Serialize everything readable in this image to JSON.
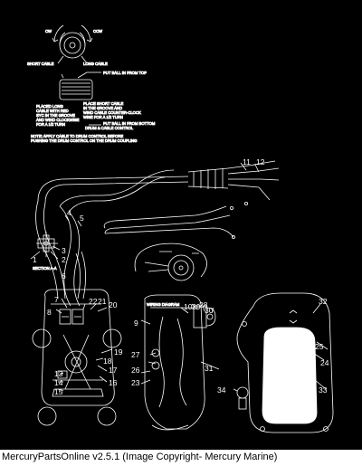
{
  "colors": {
    "background": "#000000",
    "line": "#ffffff",
    "caption_bg": "#ffffff",
    "caption_text": "#000000"
  },
  "caption": "MercuryPartsOnline v2.5.1 (Image Copyright- Mercury Marine)",
  "notes": {
    "cw": "CW",
    "ccw": "CCW",
    "short_cable": "SHORT CABLE",
    "long_cable": "LONG CABLE",
    "put_ball_top": "PUT BALL IN FROM TOP",
    "placed_long_1": "PLACED LONG",
    "placed_long_2": "CABLE WITH RED",
    "placed_long_3": "SYC IN THE GROOVE",
    "placed_long_4": "AND WIND CLOCKWISE",
    "placed_long_5": "FOR A 1/2 TURN",
    "place_short_1": "PLACE SHORT CABLE",
    "place_short_2": "IN THE GROOVE AND",
    "place_short_3": "WIND CABLE COUNTER-CLOCK",
    "place_short_4": "WISE FOR A 1/2 TURN",
    "put_ball_bottom_1": "PUT BALL IN FROM BOTTOM",
    "put_ball_bottom_2": "DRUM & CABLE CONTROL",
    "note_1": "NOTE: APPLY CABLE TO DRUM CONTROL BEFORE",
    "note_2": "PUSHING THE DRUM CONTROL ON THE DRUM COUPLING",
    "section": "SECTION A-A",
    "wiring": "WIRING DIAGRAM"
  },
  "callouts": [
    "1",
    "2",
    "3",
    "4",
    "5",
    "6",
    "7",
    "8",
    "9",
    "10",
    "11",
    "12",
    "13",
    "14",
    "15",
    "16",
    "17",
    "18",
    "19",
    "20",
    "21",
    "22",
    "23",
    "24",
    "25",
    "26",
    "27",
    "28",
    "29",
    "30",
    "31",
    "32",
    "33",
    "34"
  ]
}
